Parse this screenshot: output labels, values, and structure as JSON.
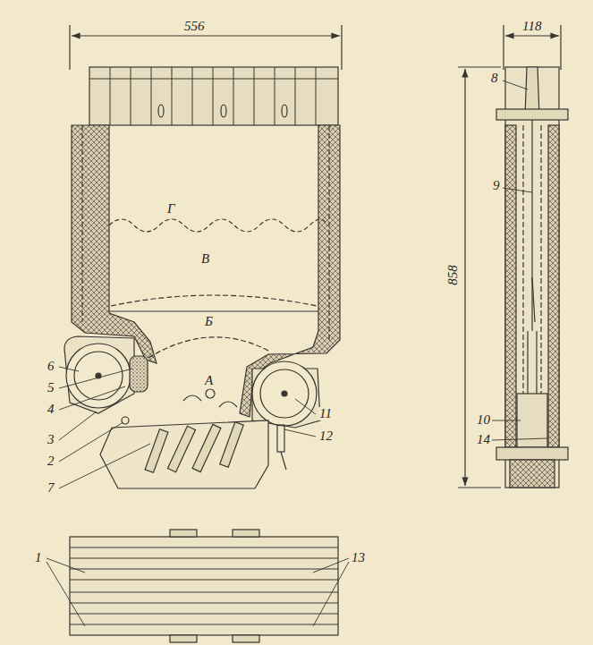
{
  "diagram": {
    "labels": [
      "556",
      "118",
      "858",
      "8",
      "9",
      "Г",
      "В",
      "Б",
      "6",
      "5",
      "4",
      "3",
      "2",
      "7",
      "А",
      "10",
      "14",
      "11",
      "12",
      "1",
      "13"
    ]
  }
}
